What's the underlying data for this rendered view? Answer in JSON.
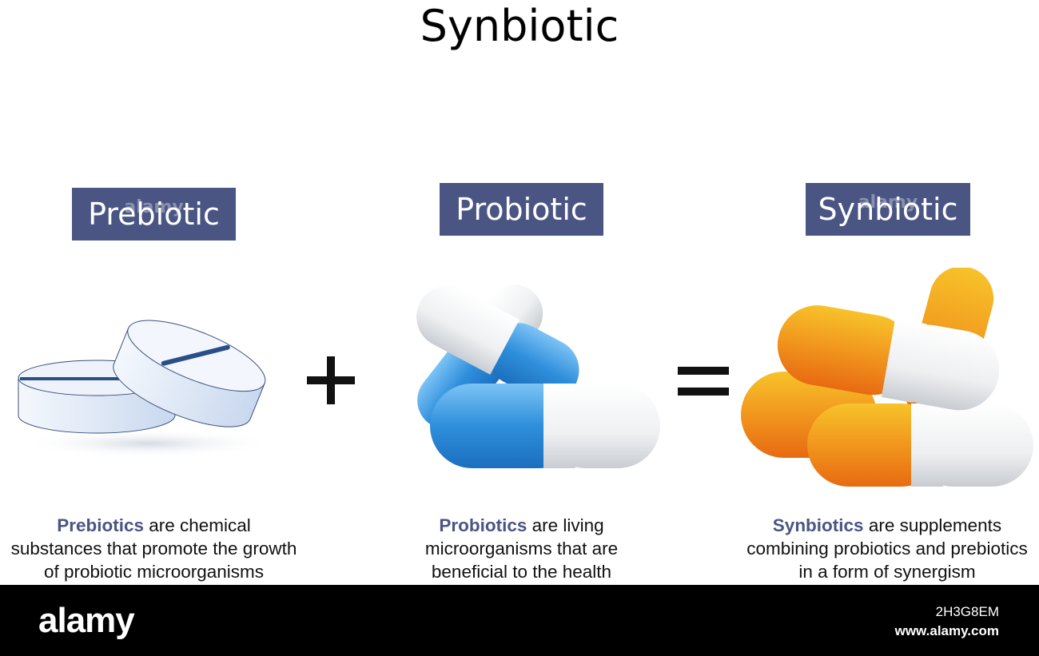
{
  "title": "Synbiotic",
  "labels": {
    "prebiotic": "Prebiotic",
    "probiotic": "Probiotic",
    "synbiotic": "Synbiotic"
  },
  "operators": {
    "plus": "+",
    "equals": "="
  },
  "descriptions": {
    "prebiotic": {
      "term": "Prebiotics",
      "line1_rest": " are chemical",
      "line2": "substances that promote the growth",
      "line3": "of probiotic microorganisms"
    },
    "probiotic": {
      "term": "Probiotics",
      "line1_rest": " are living",
      "line2": "microorganisms that are",
      "line3": "beneficial to the health"
    },
    "synbiotic": {
      "term": "Synbiotics",
      "line1_rest": " are supplements",
      "line2": "combining probiotics and prebiotics",
      "line3": "in a form of synergism"
    }
  },
  "footer": {
    "logo": "alamy",
    "image_id": "2H3G8EM",
    "url": "www.alamy.com"
  },
  "colors": {
    "label_bg": "#4a5583",
    "term": "#4a5583",
    "tablet": "#dfe8f6",
    "capsule_blue": "#2f8fdc",
    "capsule_orange": "#f08a1c",
    "capsule_yellow": "#f5c21a"
  },
  "icons": [
    "tablets-icon",
    "blue-capsules-icon",
    "orange-capsules-icon"
  ]
}
